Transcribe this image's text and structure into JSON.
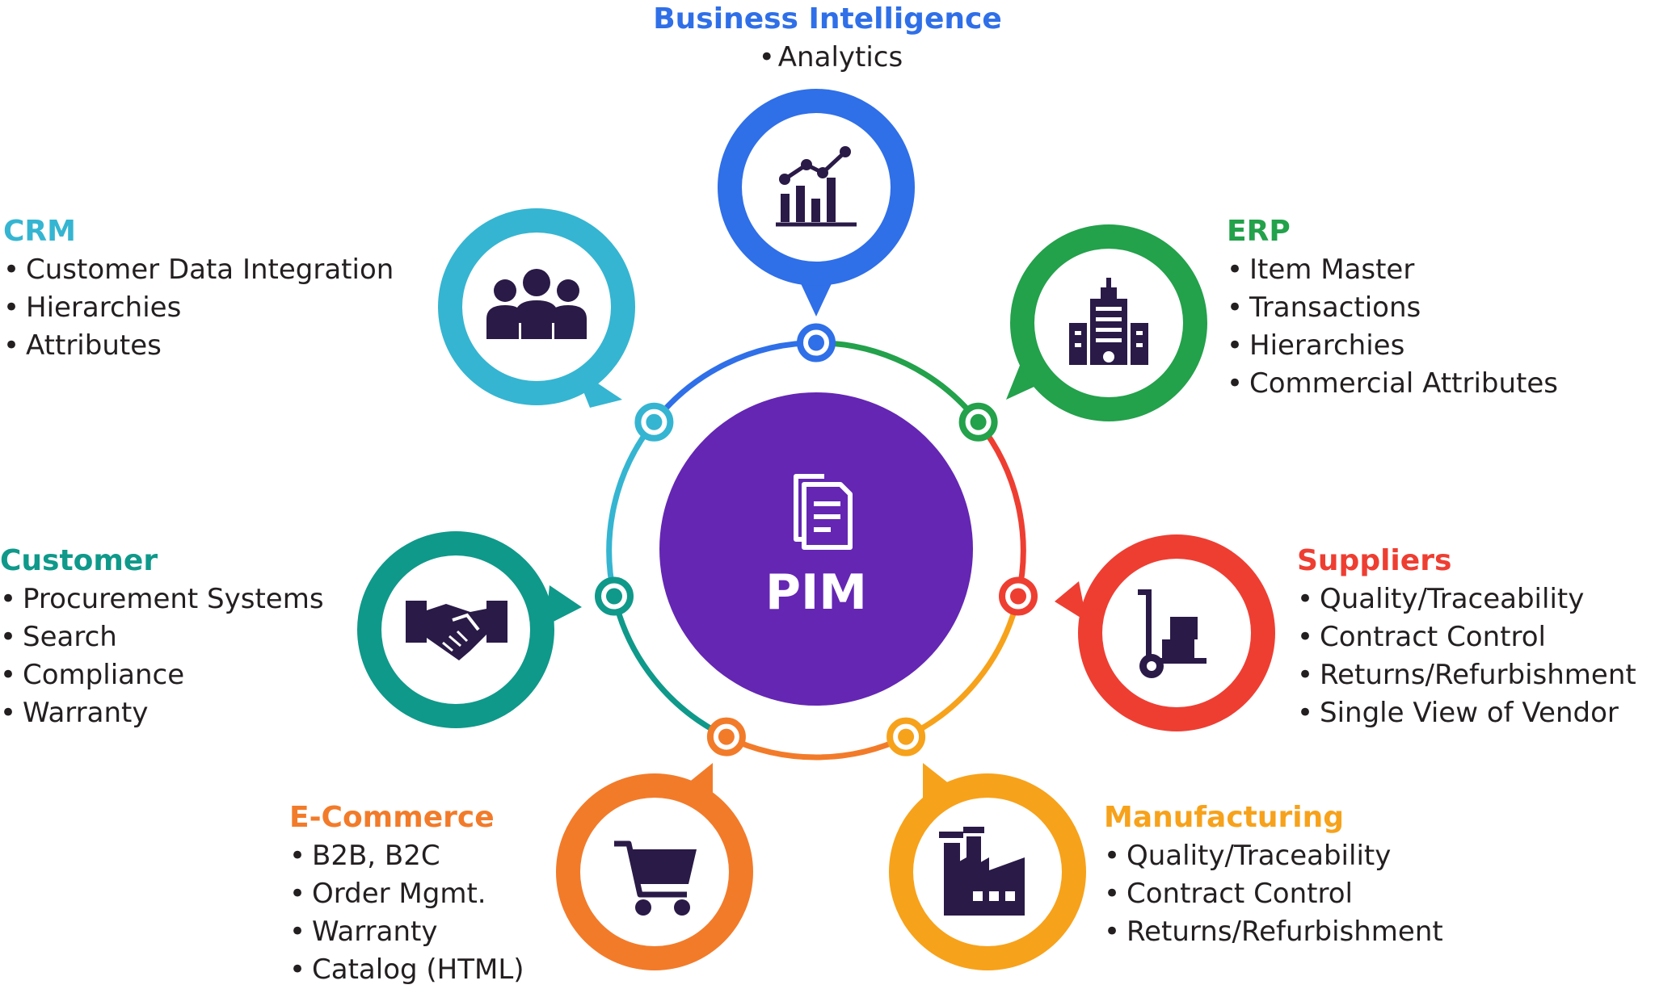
{
  "center": {
    "label": "PIM",
    "icon": "documents-icon",
    "color": "#6426b3"
  },
  "nodes": [
    {
      "id": "bi",
      "title": "Business Intelligence",
      "color": "#2f6fe8",
      "icon": "analytics-chart-icon",
      "items": [
        "Analytics"
      ]
    },
    {
      "id": "erp",
      "title": "ERP",
      "color": "#23a14b",
      "icon": "building-icon",
      "items": [
        "Item Master",
        "Transactions",
        "Hierarchies",
        "Commercial Attributes"
      ]
    },
    {
      "id": "suppliers",
      "title": "Suppliers",
      "color": "#ee3e32",
      "icon": "hand-truck-icon",
      "items": [
        "Quality/Traceability",
        "Contract Control",
        "Returns/Refurbishment",
        "Single View of Vendor"
      ]
    },
    {
      "id": "manufacturing",
      "title": "Manufacturing",
      "color": "#f7a21b",
      "icon": "factory-icon",
      "items": [
        "Quality/Traceability",
        "Contract Control",
        "Returns/Refurbishment"
      ]
    },
    {
      "id": "ecommerce",
      "title": "E-Commerce",
      "color": "#f27b2a",
      "icon": "shopping-cart-icon",
      "items": [
        "B2B, B2C",
        "Order Mgmt.",
        "Warranty",
        "Catalog (HTML)"
      ]
    },
    {
      "id": "customer",
      "title": "Customer",
      "color": "#0f998a",
      "icon": "handshake-icon",
      "items": [
        "Procurement Systems",
        "Search",
        "Compliance",
        "Warranty"
      ]
    },
    {
      "id": "crm",
      "title": "CRM",
      "color": "#35b5d1",
      "icon": "people-group-icon",
      "items": [
        "Customer Data Integration",
        "Hierarchies",
        "Attributes"
      ]
    }
  ]
}
